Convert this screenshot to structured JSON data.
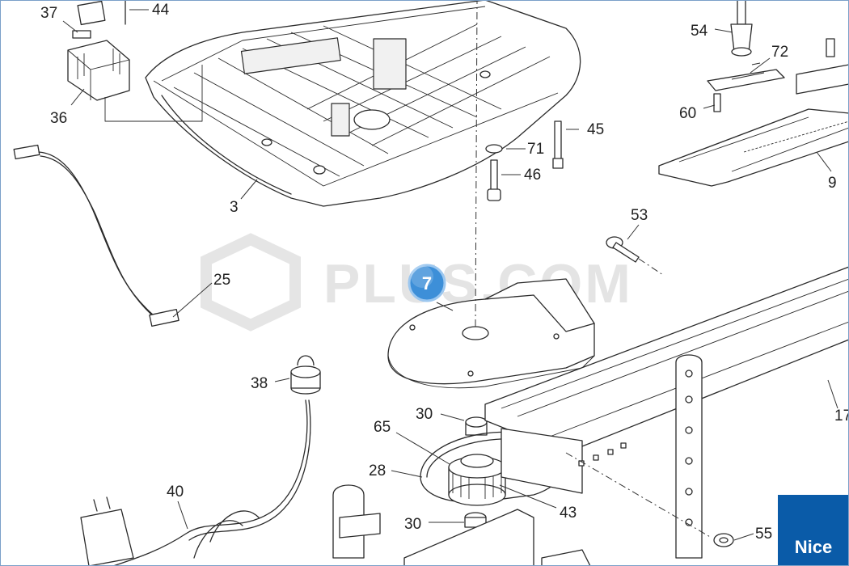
{
  "diagram": {
    "labels": {
      "p37": "37",
      "p44": "44",
      "p36": "36",
      "p3": "3",
      "p54": "54",
      "p72": "72",
      "p60": "60",
      "p45": "45",
      "p71": "71",
      "p46": "46",
      "p9": "9",
      "p53": "53",
      "p25": "25",
      "p38": "38",
      "p30a": "30",
      "p65": "65",
      "p28": "28",
      "p43": "43",
      "p30b": "30",
      "p40": "40",
      "p55": "55",
      "p17": "17"
    },
    "highlight_badge": "7",
    "watermark": "PLUS.COM",
    "brand": "Nice"
  },
  "colors": {
    "badge": "#3d8fd8",
    "brand_bg": "#0a5ba8",
    "line": "#2a2a2a"
  }
}
